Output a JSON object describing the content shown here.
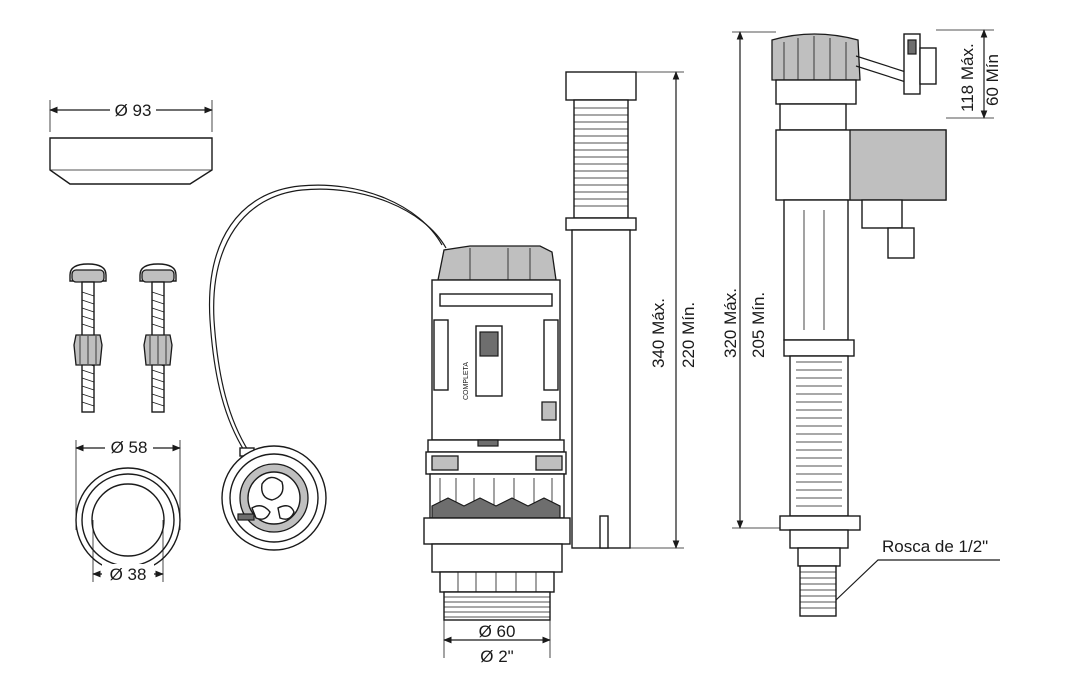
{
  "dimensions": {
    "cover_diameter": "Ø 93",
    "ring_outer_diameter": "Ø 58",
    "ring_inner_diameter": "Ø 38",
    "valve_diameter_mm": "Ø 60",
    "valve_diameter_in": "Ø 2\"",
    "overflow_max": "340 Máx.",
    "overflow_min": "220 Mín.",
    "fill_valve_max": "320 Máx.",
    "fill_valve_min": "205 Mín.",
    "arm_max": "118 Máx.",
    "arm_min": "60 Mín",
    "thread_label": "Rosca de 1/2\""
  },
  "colors": {
    "line": "#1a1a1a",
    "fill_gray": "#bfbfbf",
    "fill_dark": "#6e6e6e",
    "background": "#ffffff"
  }
}
